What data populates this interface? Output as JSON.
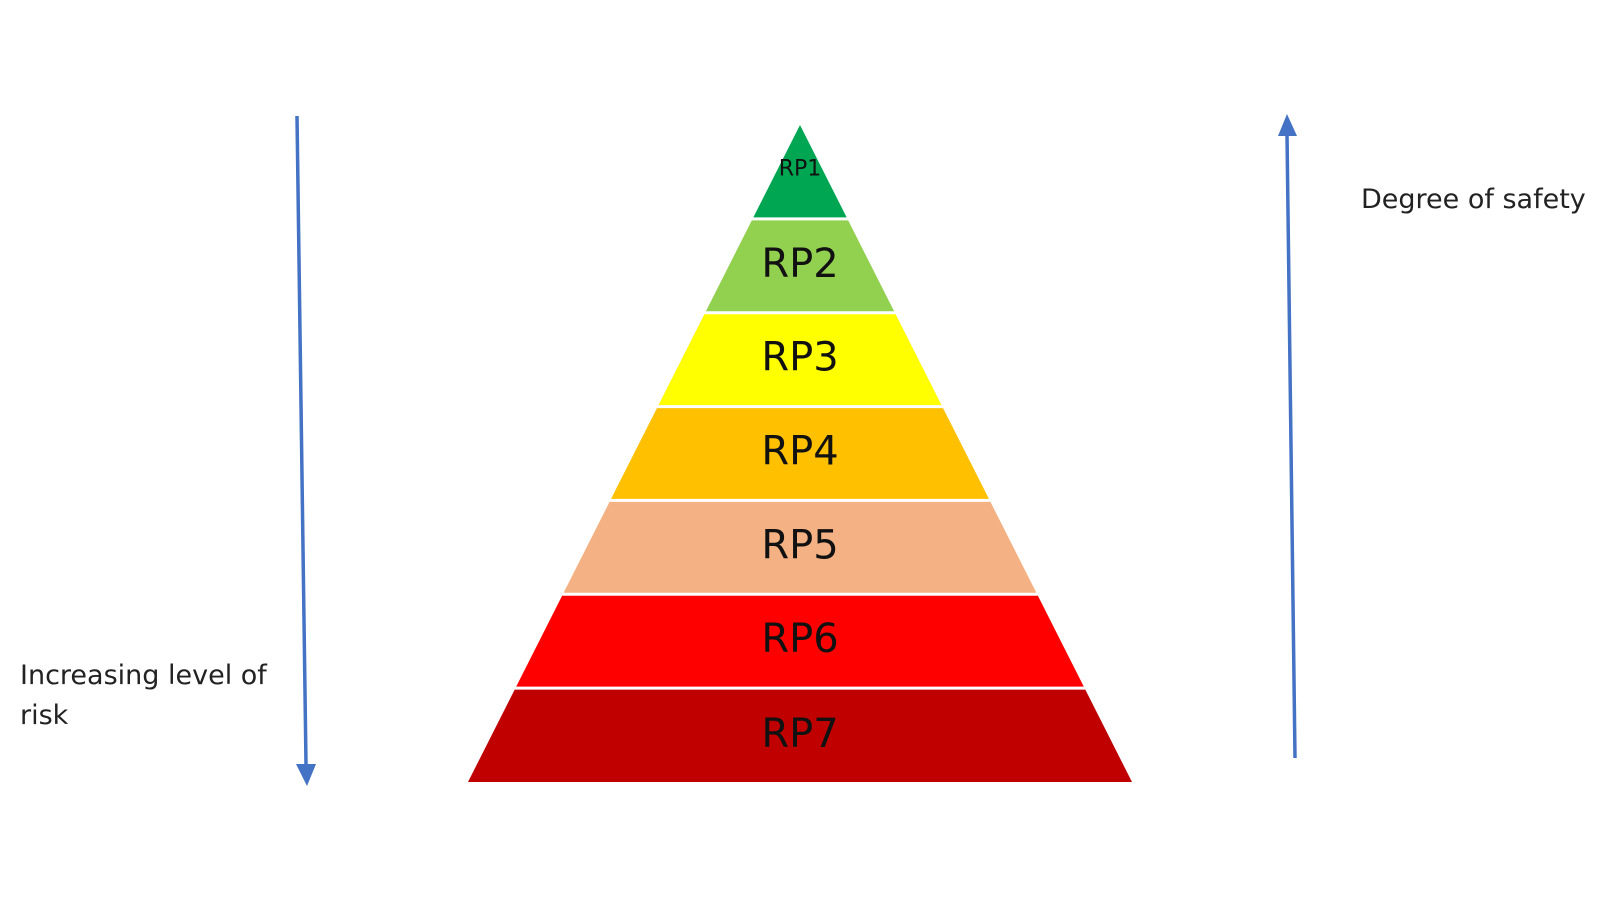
{
  "pyramid": {
    "tiers": [
      {
        "label": "RP1",
        "color": "#00A651"
      },
      {
        "label": "RP2",
        "color": "#92D050"
      },
      {
        "label": "RP3",
        "color": "#FFFF00"
      },
      {
        "label": "RP4",
        "color": "#FFC000"
      },
      {
        "label": "RP5",
        "color": "#F4B183"
      },
      {
        "label": "RP6",
        "color": "#FF0000"
      },
      {
        "label": "RP7",
        "color": "#C00000"
      }
    ]
  },
  "left_axis": {
    "label": "Increasing level of risk",
    "direction": "down",
    "color": "#4472C4"
  },
  "right_axis": {
    "label": "Degree of safety",
    "direction": "up",
    "color": "#4472C4"
  }
}
